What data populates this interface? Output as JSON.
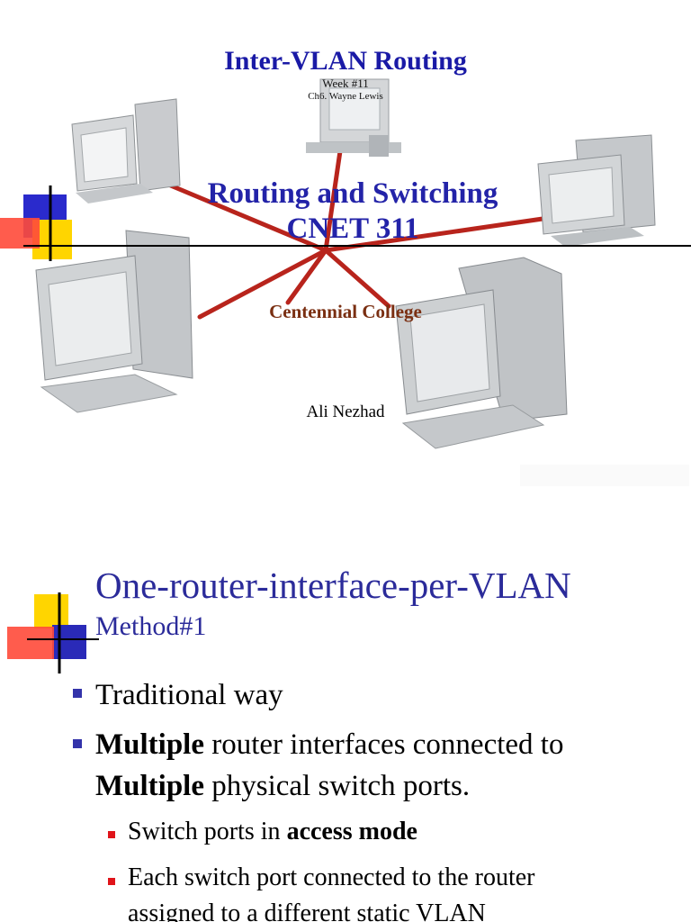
{
  "slide1": {
    "title": "Inter-VLAN Routing",
    "week": "Week #11",
    "chapter": "Ch6. Wayne Lewis",
    "course_line1": "Routing and Switching",
    "course_line2": "CNET 311",
    "college": "Centennial College",
    "author": "Ali Nezhad"
  },
  "slide2": {
    "title": "One-router-interface-per-VLAN",
    "subtitle": "Method#1",
    "bullets": [
      {
        "text": "Traditional way"
      },
      {
        "bold1": "Multiple",
        "rest1": " router interfaces connected to",
        "bold2": "Multiple",
        "rest2": " physical switch ports."
      }
    ],
    "subbullets": [
      {
        "prefix": "Switch ports in ",
        "bold": "access mode"
      },
      {
        "line1": "Each switch port connected to the router",
        "line2": "assigned to a different static VLAN"
      }
    ]
  },
  "colors": {
    "title_blue": "#1a1aa6",
    "college_brown": "#7a2f12",
    "accent_red": "#e0141a",
    "accent_yellow": "#ffd500"
  }
}
